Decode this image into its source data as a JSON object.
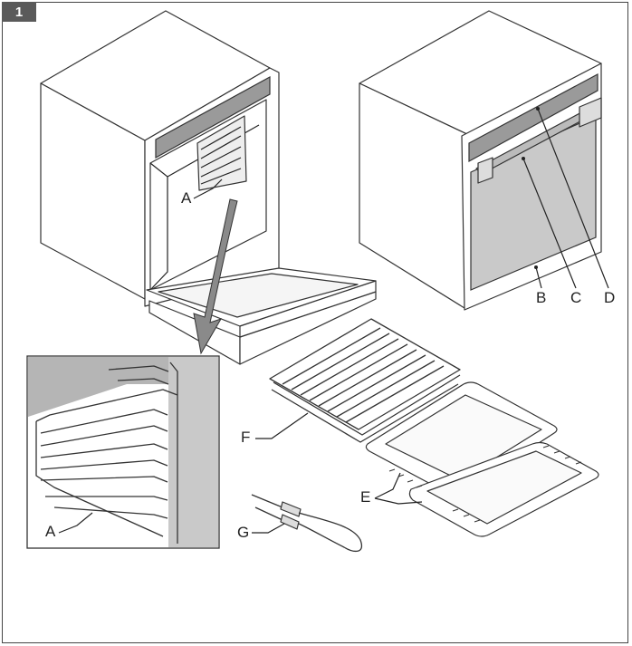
{
  "figure_number": "1",
  "labels": {
    "A_top": "A",
    "A_inset": "A",
    "B": "B",
    "C": "C",
    "D": "D",
    "E": "E",
    "F": "F",
    "G": "G"
  },
  "colors": {
    "frame": "#444444",
    "badge_bg": "#5a5a5a",
    "panel_gray": "#c9c9c9",
    "arrow": "#8a8a8a"
  }
}
